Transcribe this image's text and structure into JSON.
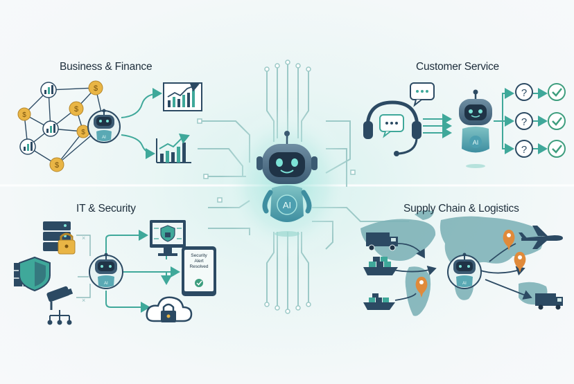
{
  "sections": {
    "business_finance": {
      "title": "Business & Finance"
    },
    "customer_service": {
      "title": "Customer Service"
    },
    "it_security": {
      "title": "IT & Security"
    },
    "supply_chain": {
      "title": "Supply Chain & Logistics"
    }
  },
  "robots": {
    "central_badge": "AI",
    "business_badge": "AI",
    "customer_badge": "AI",
    "it_badge": "AI",
    "supply_badge": "AI"
  },
  "it_security": {
    "tablet_alert_line1": "Security",
    "tablet_alert_line2": "Alert",
    "tablet_alert_line3": "Resolved"
  },
  "colors": {
    "navy": "#2c4a63",
    "teal": "#3fa89a",
    "gold": "#e9b545",
    "green_check": "#3e9e7e",
    "background": "#eef6f6"
  }
}
